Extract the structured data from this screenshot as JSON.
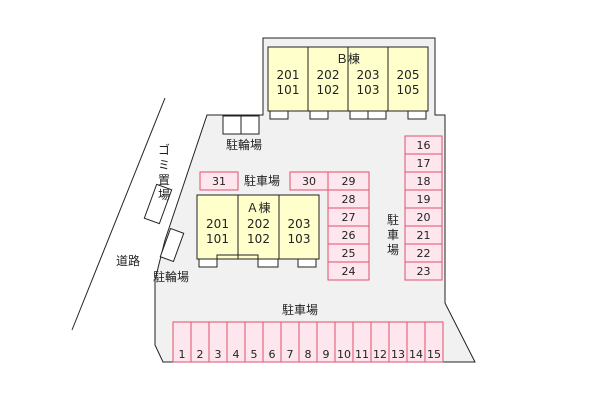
{
  "colors": {
    "lot": "#f1f1f1",
    "lot_border": "#222222",
    "building": "#ffffcc",
    "parking": "#fde6ee",
    "parking_border": "#e0506e"
  },
  "building_a": {
    "name": "Ａ棟",
    "units": [
      {
        "upper": "201",
        "lower": "101"
      },
      {
        "upper": "202",
        "lower": "102"
      },
      {
        "upper": "203",
        "lower": "103"
      }
    ]
  },
  "building_b": {
    "name": "Ｂ棟",
    "units": [
      {
        "upper": "201",
        "lower": "101"
      },
      {
        "upper": "202",
        "lower": "102"
      },
      {
        "upper": "203",
        "lower": "103"
      },
      {
        "upper": "205",
        "lower": "105"
      }
    ]
  },
  "labels": {
    "bicycle_parking_top": "駐輪場",
    "bicycle_parking_left": "駐輪場",
    "parking_middle": "駐車場",
    "parking_right": "駐車場",
    "parking_bottom": "駐車場",
    "garbage": "ゴミ置場",
    "road": "道路"
  },
  "parking_spaces": {
    "bottom_row": [
      "1",
      "2",
      "3",
      "4",
      "5",
      "6",
      "7",
      "8",
      "9",
      "10",
      "11",
      "12",
      "13",
      "14",
      "15"
    ],
    "right_column": [
      "16",
      "17",
      "18",
      "19",
      "20",
      "21",
      "22",
      "23"
    ],
    "center_column": [
      "29",
      "28",
      "27",
      "26",
      "25",
      "24"
    ],
    "center_single": "30",
    "left_single": "31"
  }
}
